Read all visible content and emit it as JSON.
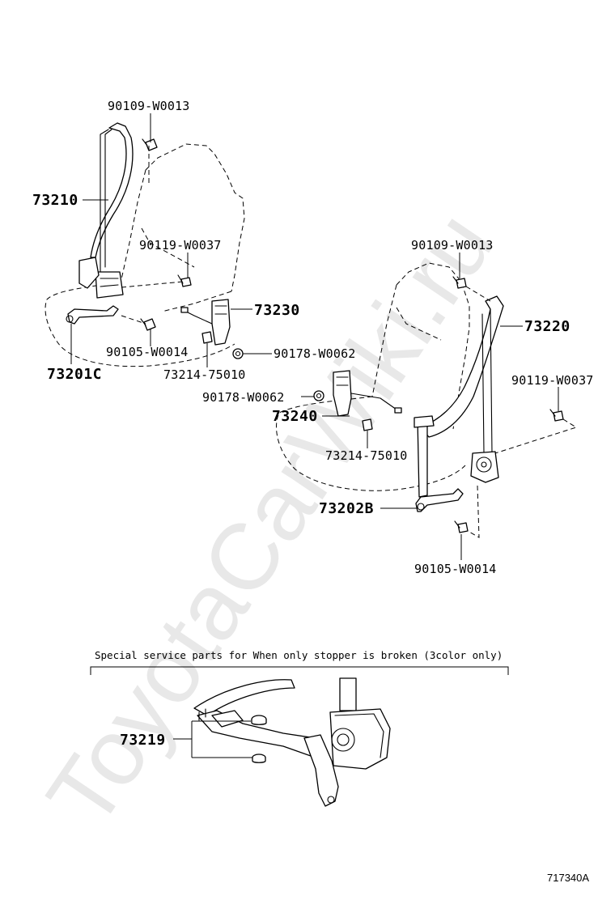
{
  "watermark": "ToyotaCarWiki.ru",
  "figure_code": "717340A",
  "note": "Special service parts for When only stopper is broken (3color only)",
  "labels": {
    "bolt_upper_left": "90109-W0013",
    "belt_front_left": "73210",
    "bolt_mid_left": "90119-W0037",
    "buckle_front_right": "73230",
    "bolt_lower_left": "90105-W0014",
    "nut_left": "90178-W0062",
    "cover_left": "73214-75010",
    "retractor_left": "73201C",
    "bolt_upper_right": "90109-W0013",
    "belt_front_right": "73220",
    "bolt_mid_right": "90119-W0037",
    "nut_right": "90178-W0062",
    "buckle_left": "73240",
    "cover_right": "73214-75010",
    "retractor_right": "73202B",
    "bolt_lower_right": "90105-W0014",
    "stopper_kit": "73219"
  }
}
